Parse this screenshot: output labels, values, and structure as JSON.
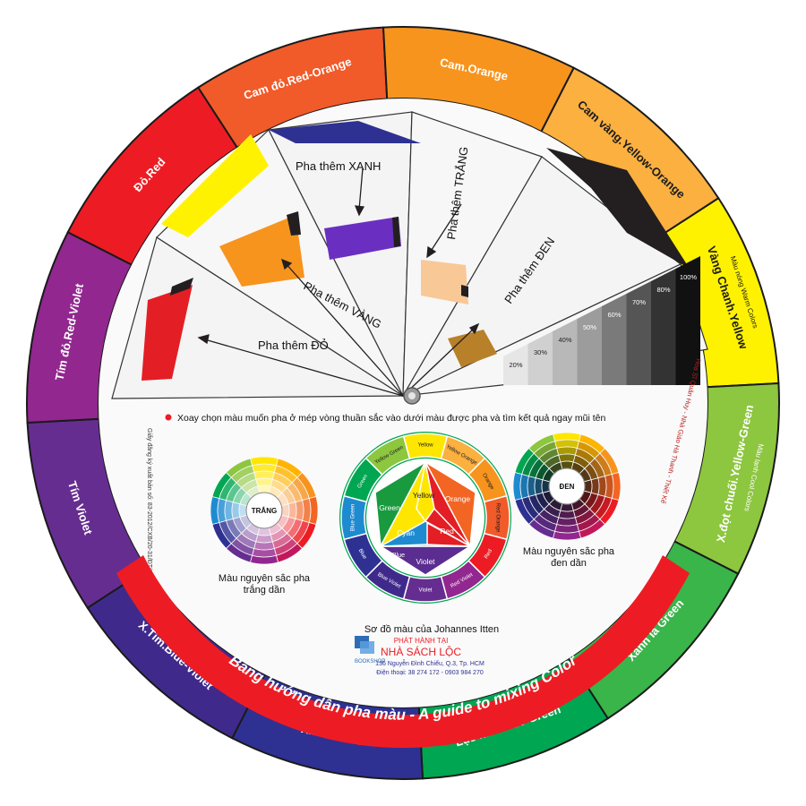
{
  "outer_ring": [
    {
      "label": "Cam đỏ.Red-Orange",
      "color": "#f15a29"
    },
    {
      "label": "Cam.Orange",
      "color": "#f7941d"
    },
    {
      "label": "Cam vàng.Yellow-Orange",
      "color": "#fbb040"
    },
    {
      "label": "Vàng Chanh.Yellow",
      "color": "#fff200"
    },
    {
      "label": "X.đọt chuối.Yellow-Green",
      "color": "#8dc63f"
    },
    {
      "label": "Xanh lá Green",
      "color": "#39b54a"
    },
    {
      "label": "Lục lam.Blue-Green",
      "color": "#00a651"
    },
    {
      "label": "X.Lam.Blue",
      "color": "#2e3192"
    },
    {
      "label": "X.Tím.Blue-Violet",
      "color": "#3f2a8c"
    },
    {
      "label": "Tím Violet",
      "color": "#662d91"
    },
    {
      "label": "Tím đỏ.Red-Violet",
      "color": "#92278f"
    },
    {
      "label": "Đỏ.Red",
      "color": "#ed1c24"
    }
  ],
  "ring_sublabels": {
    "warm": "Màu nóng Warm Colors",
    "cool": "Màu lạnh Cool Colors"
  },
  "mix_labels": {
    "red": "Pha thêm ĐỎ",
    "yellow": "Pha thêm VÀNG",
    "blue": "Pha thêm XANH",
    "white": "Pha thêm TRẮNG",
    "black": "Pha thêm ĐEN"
  },
  "gray_scale": [
    "20%",
    "30%",
    "40%",
    "50%",
    "60%",
    "70%",
    "80%",
    "100%"
  ],
  "instruction": "Xoay chọn màu muốn pha ở mép vòng thuần sắc vào dưới màu được pha và tìm kết quả ngay mũi tên",
  "registration": "Giấy đăng ký xuất bản số: 83-2012/CXB/20-31/ĐT(KH)",
  "credits": "Hoạ Sĩ Quân Huy - Nhà Giáo Hà Thanh - Thiết Kế",
  "itten": {
    "caption": "Sơ đồ màu của Johannes Itten",
    "center": [
      "Yellow",
      "Orange",
      "Red",
      "Violet",
      "Blue",
      "Cyan",
      "Green"
    ],
    "ring": [
      "Yellow",
      "Yellow Orange",
      "Orange",
      "Red Orange",
      "Red",
      "Red Violet",
      "Violet",
      "Blue Violet",
      "Blue",
      "Blue Green",
      "Green",
      "Yellow Green"
    ]
  },
  "white_wheel": {
    "center": "TRẮNG",
    "caption": "Màu nguyên sắc pha trắng dần"
  },
  "black_wheel": {
    "center": "ĐEN",
    "caption": "Màu nguyên sắc pha đen dần"
  },
  "banner": "Bảng hướng dẫn pha màu - A guide to mixing Color",
  "publisher": {
    "logo": "BOOKSHOP",
    "label": "PHÁT HÀNH TẠI",
    "name": "NHÀ SÁCH LỘC",
    "address": "136 Nguyễn Đình Chiểu, Q.3, Tp. HCM",
    "phone": "Điện thoại: 38 274 172 - 0903 984 270"
  },
  "colors": {
    "red": "#e31e24",
    "yellow": "#ffe600",
    "blue": "#2e3192",
    "violet": "#5b2d90",
    "green": "#1a9a3e",
    "cyan": "#1e8bd1",
    "orange": "#f26522",
    "purple_swatch": "#6a2fc1",
    "orange_swatch": "#f7941d",
    "peach_swatch": "#f8c896",
    "brown_swatch": "#b9802a"
  }
}
